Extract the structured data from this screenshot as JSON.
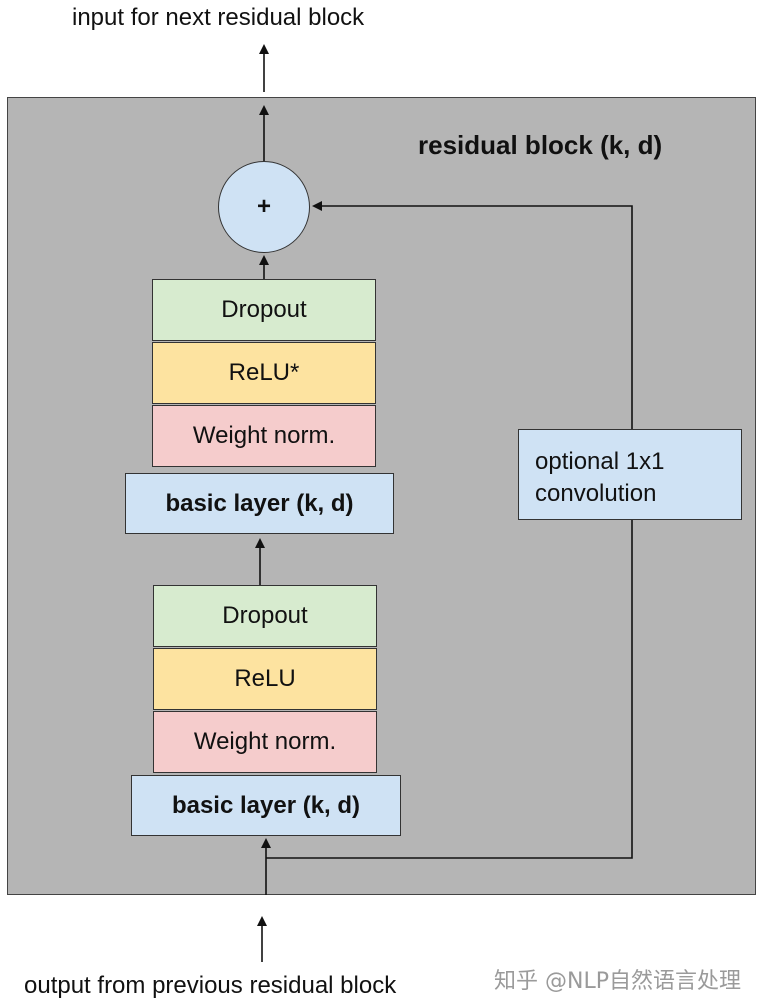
{
  "labels": {
    "top": "input for next residual block",
    "bottom": "output from previous residual block",
    "block_title": "residual block (k, d)",
    "watermark": "知乎 @NLP自然语言处理"
  },
  "upper_stack": {
    "dropout": "Dropout",
    "relu": "ReLU*",
    "weight_norm": "Weight norm.",
    "basic_layer": "basic layer (k, d)"
  },
  "lower_stack": {
    "dropout": "Dropout",
    "relu": "ReLU",
    "weight_norm": "Weight norm.",
    "basic_layer": "basic layer (k, d)"
  },
  "plus_node": "+",
  "conv": {
    "line1": "optional 1x1",
    "line2": "convolution"
  },
  "colors": {
    "block_background": "#b5b5b5",
    "dropout": "#d7ebcf",
    "relu": "#fde3a0",
    "weight_norm": "#f5cccc",
    "basic_layer": "#cfe2f4"
  }
}
